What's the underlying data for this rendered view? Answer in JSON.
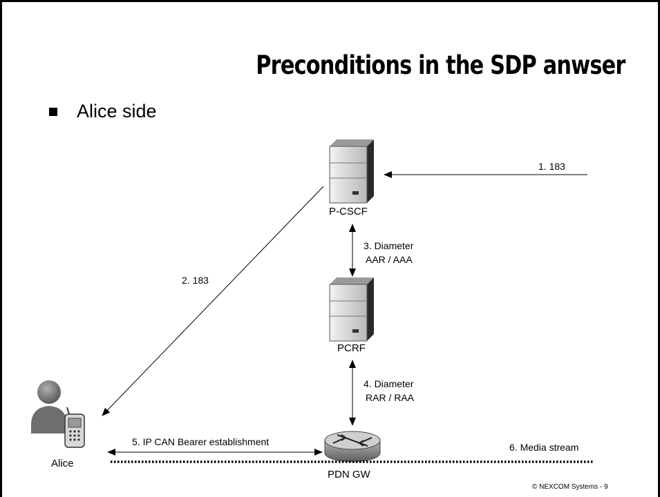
{
  "slide": {
    "title": "Preconditions in the SDP anwser",
    "bullet": "Alice side",
    "footer": "© NEXCOM Systems - 9"
  },
  "nodes": {
    "pcscf": "P-CSCF",
    "pcrf": "PCRF",
    "pdngw": "PDN GW",
    "alice": "Alice"
  },
  "messages": {
    "m1": "1. 183",
    "m2": "2. 183",
    "m3_line1": "3. Diameter",
    "m3_line2": "AAR / AAA",
    "m4_line1": "4. Diameter",
    "m4_line2": "RAR / RAA",
    "m5": "5. IP CAN Bearer establishment",
    "m6": "6. Media stream"
  },
  "colors": {
    "server_light": "#e8e8e8",
    "server_mid": "#c8c8c8",
    "server_dark": "#2a2a2a",
    "router": "#8a8a8a",
    "person": "#7a7a7a"
  }
}
